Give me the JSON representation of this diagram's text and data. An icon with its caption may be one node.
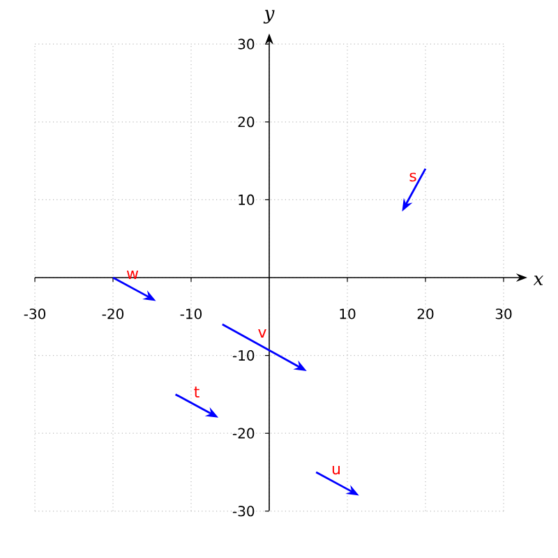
{
  "diagram": {
    "labels": [
      "y",
      "x",
      "-30",
      "-20",
      "-10",
      "10",
      "20",
      "30",
      "30",
      "20",
      "10",
      "-10",
      "-20",
      "-30",
      "s",
      "w",
      "v",
      "t",
      "u"
    ]
  }
}
